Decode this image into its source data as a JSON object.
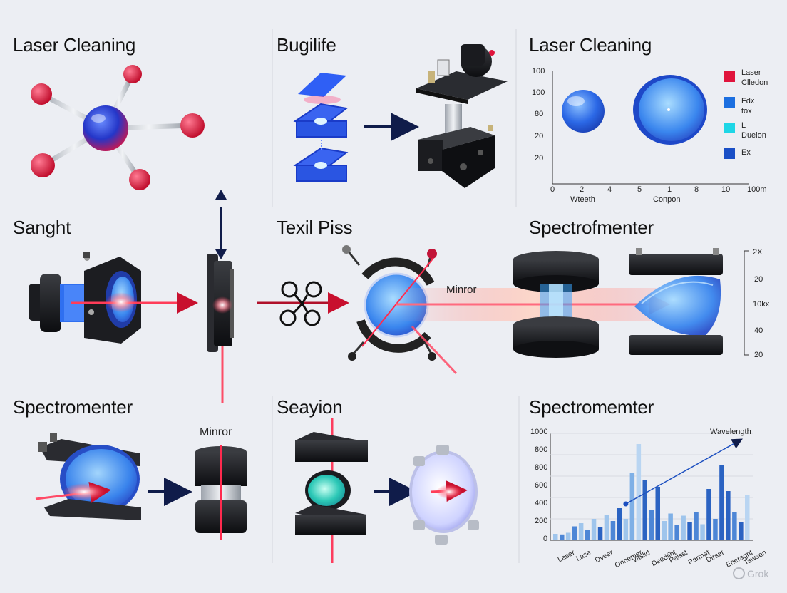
{
  "panels": {
    "p1": {
      "title": "Laser Cleaning"
    },
    "p2": {
      "title": "Bugilife"
    },
    "p3": {
      "title": "Laser Cleaning"
    },
    "p4": {
      "title": "Sanght"
    },
    "p5": {
      "title": "Texil Piss",
      "mirror_label": "Minror"
    },
    "p6": {
      "title": "Spectrofmenter"
    },
    "p7": {
      "title": "Spectromenter",
      "mirror_label": "Minror"
    },
    "p8": {
      "title": "Seayion"
    },
    "p9": {
      "title": "Spectromemter"
    }
  },
  "mini_chart": {
    "y_ticks": [
      "100",
      "100",
      "80",
      "20",
      "20"
    ],
    "x_ticks": [
      "0",
      "2",
      "4",
      "5",
      "1",
      "8",
      "10",
      "100m"
    ],
    "x_label_1": "Wteeth",
    "x_label_2": "Conpon",
    "legend": [
      {
        "label_1": "Laser",
        "label_2": "Clledon",
        "color": "#e0143c"
      },
      {
        "label_1": "Fdx",
        "label_2": "tox",
        "color": "#1c6fe0"
      },
      {
        "label_1": "L",
        "label_2": "Duelon",
        "color": "#1ed6e6"
      },
      {
        "label_1": "Ex",
        "label_2": "",
        "color": "#1a4fc6"
      }
    ]
  },
  "side_scale": {
    "ticks": [
      "2X",
      "20",
      "10kx",
      "40",
      "20"
    ]
  },
  "chart_data": {
    "type": "bar",
    "title": "",
    "annotation": "Wavelength",
    "y_ticks": [
      "1000",
      "800",
      "800",
      "600",
      "400",
      "200",
      "0"
    ],
    "ylim": [
      0,
      1000
    ],
    "x_tick_labels": [
      "Laser",
      "Lase",
      "Dveer",
      "Onnemer",
      "Vaslid",
      "Deedfiht",
      "Palsst",
      "Parmat",
      "Dirsat",
      "Eneragnt",
      "Tawsen"
    ],
    "values": [
      60,
      55,
      70,
      130,
      160,
      100,
      200,
      120,
      240,
      180,
      300,
      200,
      630,
      900,
      560,
      280,
      500,
      180,
      250,
      140,
      230,
      170,
      260,
      150,
      480,
      200,
      700,
      460,
      260,
      170,
      420
    ],
    "colors": [
      "#9fc5ec",
      "#4d86d6",
      "#9fc5ec",
      "#4d86d6",
      "#9fc5ec",
      "#4d86d6",
      "#9fc5ec",
      "#2b63c2",
      "#9fc5ec",
      "#4d86d6",
      "#2b63c2",
      "#9fc5ec",
      "#7fb0e6",
      "#b9d5f2",
      "#2b63c2",
      "#4d86d6",
      "#2b63c2",
      "#9fc5ec",
      "#7fb0e6",
      "#4d86d6",
      "#9fc5ec",
      "#2b63c2",
      "#4d86d6",
      "#9fc5ec",
      "#2b63c2",
      "#4d86d6",
      "#2b63c2",
      "#2b63c2",
      "#4d86d6",
      "#2b63c2",
      "#b9d5f2"
    ],
    "trend": [
      [
        11,
        340
      ],
      [
        29,
        940
      ]
    ]
  },
  "watermark": {
    "text": "Grok"
  }
}
